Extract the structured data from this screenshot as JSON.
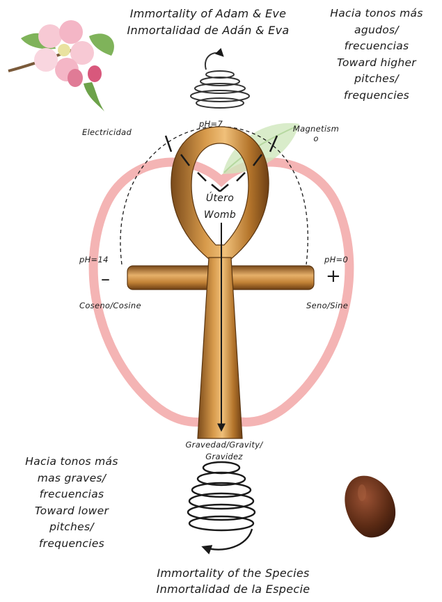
{
  "titles": {
    "top_line1": "Immortality of Adam & Eve",
    "top_line2": "Inmortalidad de  Adán & Eva",
    "bottom_line1": "Immortality of the Species",
    "bottom_line2": "Inmortalidad de la Especie"
  },
  "right_block": {
    "line1": "Hacia tonos  más",
    "line2": "agudos/",
    "line3": "frecuencias",
    "line4": "Toward higher",
    "line5": "pitches/",
    "line6": "frequencies"
  },
  "left_block": {
    "line1": "Hacia tonos  más",
    "line2": "mas graves/",
    "line3": "frecuencias",
    "line4": "Toward lower",
    "line5": "pitches/",
    "line6": "frequencies"
  },
  "labels": {
    "electricity": "Electricidad",
    "magnetism_line1": "Magnetism",
    "magnetism_line2": "o",
    "ph_top": "pH=7",
    "womb_es": "Útero",
    "womb_en": "Womb",
    "ph_left": "pH=14",
    "minus_sign": "–",
    "cosine": "Coseno/Cosine",
    "ph_right": "pH=0",
    "plus_sign": "+",
    "sine": "Seno/Sine",
    "gravity_line1": "Gravedad/Gravity/",
    "gravity_line2": "Gravidez"
  },
  "icons": {
    "flower": "apple-blossom-icon",
    "seed": "apple-seed-icon",
    "ankh": "ankh-icon",
    "apple": "apple-outline-icon",
    "leaf": "leaf-icon",
    "spiral_up": "spiral-up-arrow-icon",
    "spiral_down": "spiral-down-arrow-icon"
  },
  "colors": {
    "apple_outline": "#f2a7a7",
    "leaf": "#cfe7bd",
    "ankh": "#b5762c",
    "ink": "#1a1a1a",
    "seed": "#5a2a14"
  }
}
